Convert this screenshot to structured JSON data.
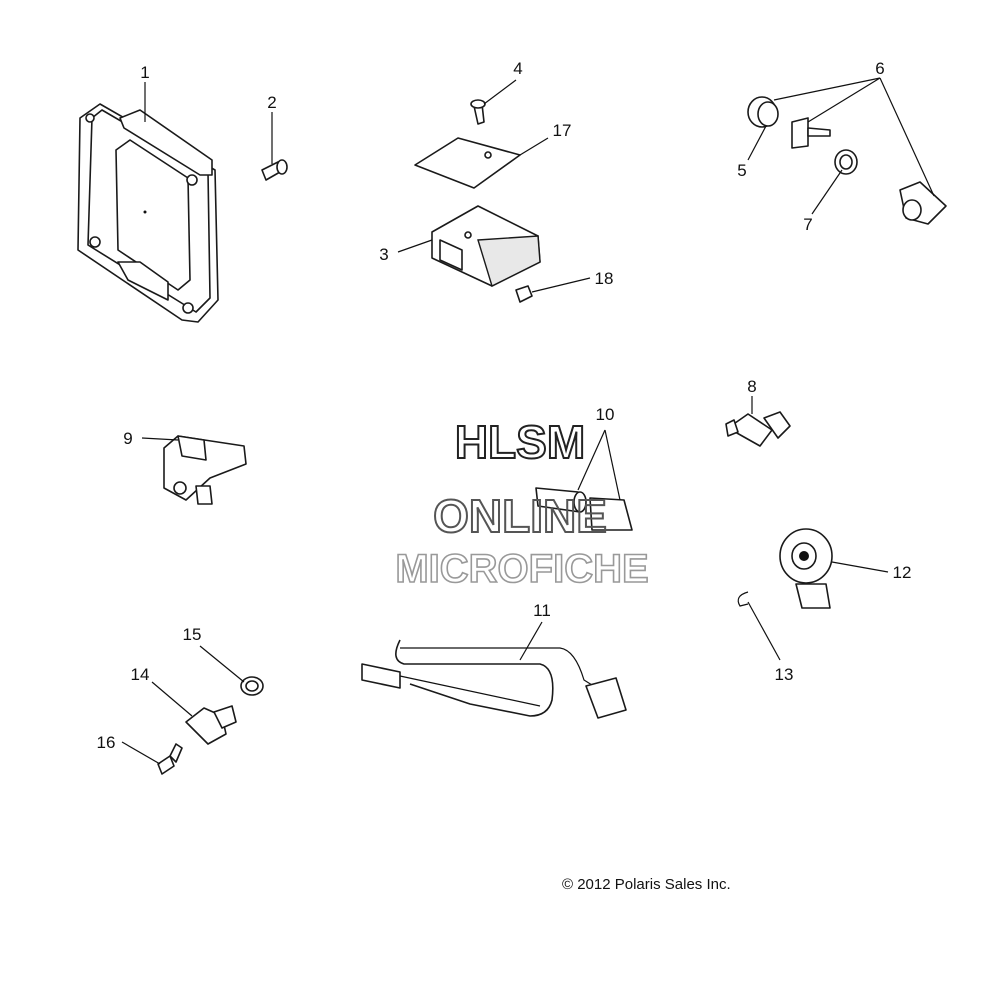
{
  "callouts": [
    "1",
    "2",
    "3",
    "4",
    "5",
    "6",
    "7",
    "8",
    "9",
    "10",
    "11",
    "12",
    "13",
    "14",
    "15",
    "16",
    "17",
    "18"
  ],
  "watermark": {
    "line1": "HLSM",
    "line2": "ONLINE",
    "line3": "MICROFICHE",
    "color1": "#222222",
    "color2": "#555555",
    "color3": "#999999"
  },
  "copyright": "© 2012 Polaris Sales Inc."
}
